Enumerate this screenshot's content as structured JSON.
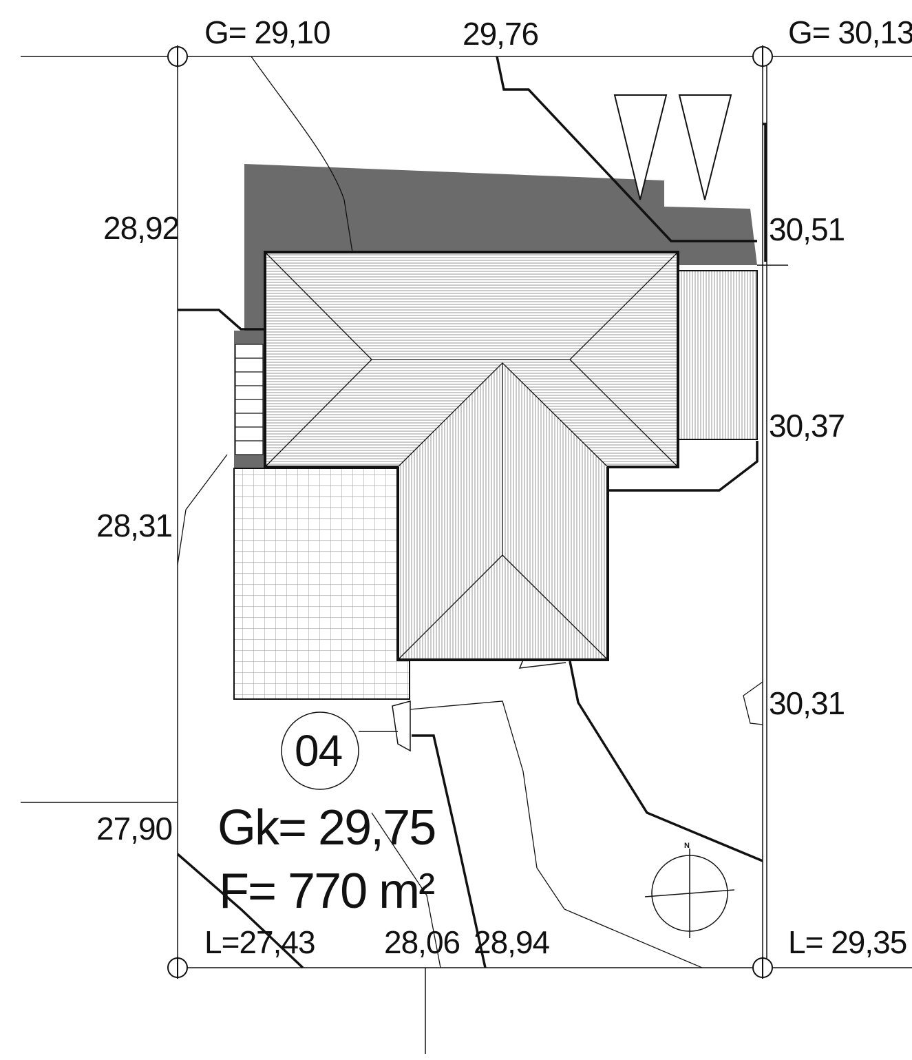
{
  "labels": {
    "g_top_left": "G= 29,10",
    "top_mid": "29,76",
    "g_top_right": "G= 30,13",
    "left_top": "28,92",
    "right_top": "30,51",
    "right_mid": "30,37",
    "left_mid": "28,31",
    "right_low": "30,31",
    "left_low": "27,90",
    "l_bottom_left": "L=27,43",
    "bottom_mid1": "28,06",
    "bottom_mid2": "28,94",
    "l_bottom_right": "L= 29,35"
  },
  "plot": {
    "number": "04",
    "gk": "Gk= 29,75",
    "area": "F= 770 m²"
  },
  "compass": {
    "north": "N"
  },
  "colors": {
    "line": "#111111",
    "shadow": "#6b6b6b",
    "roof_hatch": "#8a8a8a",
    "paving_grid": "#9a9a9a"
  }
}
